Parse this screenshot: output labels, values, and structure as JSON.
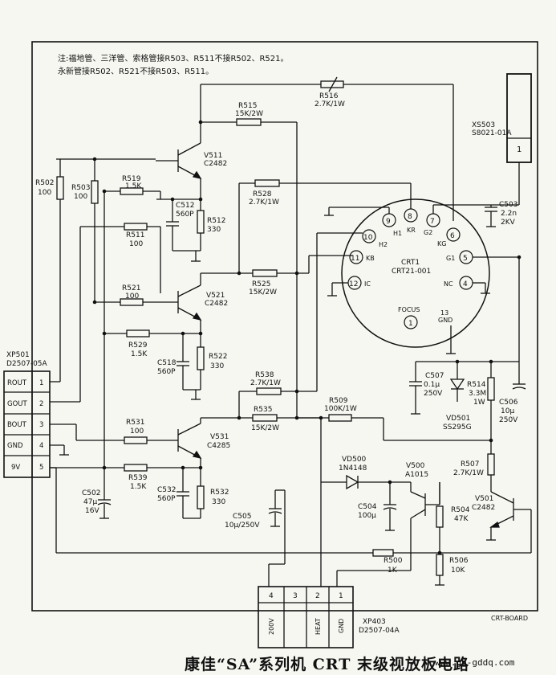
{
  "notes": {
    "line1": "注:福地管、三洋管、索格管接R503、R511不接R502、R521。",
    "line2": "永新管接R502、R521不接R503、R511。"
  },
  "components": {
    "R516": {
      "ref": "R516",
      "val": "2.7K/1W"
    },
    "R515": {
      "ref": "R515",
      "val": "15K/2W"
    },
    "V511": {
      "ref": "V511",
      "val": "C2482"
    },
    "R519": {
      "ref": "R519",
      "val": "1.5K"
    },
    "C512": {
      "ref": "C512",
      "val": "560P"
    },
    "R512": {
      "ref": "R512",
      "val": "330"
    },
    "R528": {
      "ref": "R528",
      "val": "2.7K/1W"
    },
    "R502": {
      "ref": "R502",
      "val": "100"
    },
    "R503": {
      "ref": "R503",
      "val": "100"
    },
    "R511": {
      "ref": "R511",
      "val": "100"
    },
    "R521": {
      "ref": "R521",
      "val": "100"
    },
    "R525": {
      "ref": "R525",
      "val": "15K/2W"
    },
    "V521": {
      "ref": "V521",
      "val": "C2482"
    },
    "R529": {
      "ref": "R529",
      "val": "1.5K"
    },
    "C518": {
      "ref": "C518",
      "val": "560P"
    },
    "R522": {
      "ref": "R522",
      "val": "330"
    },
    "R538": {
      "ref": "R538",
      "val": "2.7K/1W"
    },
    "R535": {
      "ref": "R535",
      "val": "15K/2W"
    },
    "R531": {
      "ref": "R531",
      "val": "100"
    },
    "V531": {
      "ref": "V531",
      "val": "C4285"
    },
    "R539": {
      "ref": "R539",
      "val": "1.5K"
    },
    "C532": {
      "ref": "C532",
      "val": "560P"
    },
    "R532": {
      "ref": "R532",
      "val": "330"
    },
    "C502": {
      "ref": "C502",
      "val": "47μ",
      "val2": "16V"
    },
    "C505": {
      "ref": "C505",
      "val": "10μ/250V"
    },
    "R509": {
      "ref": "R509",
      "val": "100K/1W"
    },
    "C507": {
      "ref": "C507",
      "val": "0.1μ",
      "val2": "250V"
    },
    "R514": {
      "ref": "R514",
      "val": "3.3M",
      "val2": "1W"
    },
    "VD501": {
      "ref": "VD501",
      "val": "SS295G"
    },
    "C506": {
      "ref": "C506",
      "val": "10μ",
      "val2": "250V"
    },
    "R507": {
      "ref": "R507",
      "val": "2.7K/1W"
    },
    "V501": {
      "ref": "V501",
      "val": "C2482"
    },
    "VD500": {
      "ref": "VD500",
      "val": "1N4148"
    },
    "V500": {
      "ref": "V500",
      "val": "A1015"
    },
    "C504": {
      "ref": "C504",
      "val": "100μ"
    },
    "R504": {
      "ref": "R504",
      "val": "47K"
    },
    "R500": {
      "ref": "R500",
      "val": "1K"
    },
    "R506": {
      "ref": "R506",
      "val": "10K"
    },
    "C503": {
      "ref": "C503",
      "val": "2.2n",
      "val2": "2KV"
    }
  },
  "xs503": {
    "ref": "XS503",
    "part": "S8021-01A",
    "pin": "1"
  },
  "crt": {
    "ref": "CRT1",
    "part": "CRT21-001",
    "pins": {
      "H1": "H1",
      "KR": "KR",
      "G2": "G2",
      "KG": "KG",
      "H2": "H2",
      "KB": "KB",
      "G1": "G1",
      "IC": "IC",
      "NC": "NC",
      "FOCUS": "FOCUS",
      "GND": "GND",
      "GND_NUM": "13"
    },
    "nums": [
      "9",
      "8",
      "7",
      "6",
      "10",
      "11",
      "5",
      "12",
      "4",
      "1"
    ]
  },
  "xp501": {
    "ref": "XP501",
    "part": "D2507-05A",
    "pins": [
      {
        "label": "ROUT",
        "num": "1"
      },
      {
        "label": "GOUT",
        "num": "2"
      },
      {
        "label": "BOUT",
        "num": "3"
      },
      {
        "label": "GND",
        "num": "4"
      },
      {
        "label": "9V",
        "num": "5"
      }
    ]
  },
  "xp403": {
    "ref": "XP403",
    "part": "D2507-04A",
    "nums": [
      "4",
      "3",
      "2",
      "1"
    ],
    "labels": [
      "200V",
      "",
      "HEAT",
      "GND"
    ]
  },
  "board_label": "CRT-BOARD",
  "caption": "康佳“SA”系列机 CRT 末级视放板电路",
  "watermark": "www.go-gddq.com"
}
